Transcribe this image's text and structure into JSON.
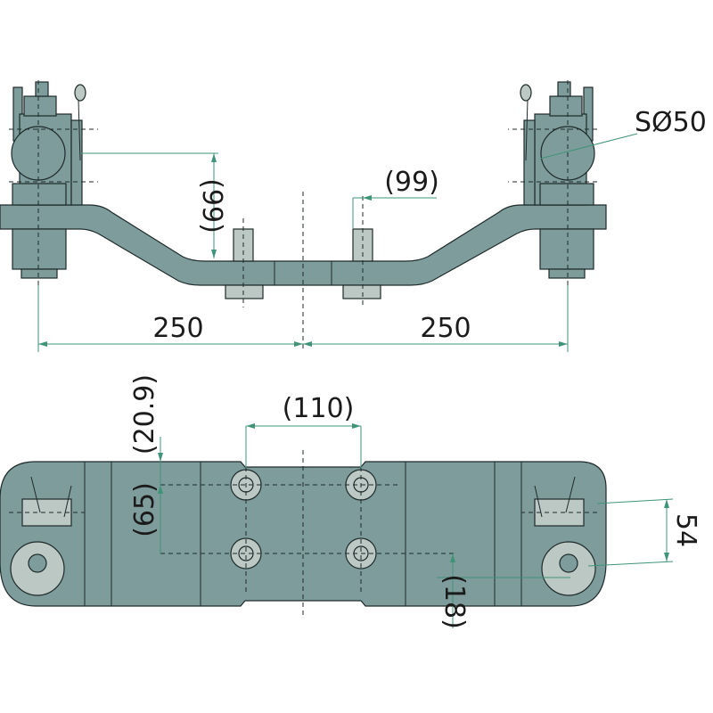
{
  "top_view": {
    "ball_label": "SØ50",
    "height_left": "(99)",
    "pin_offset": "(99)",
    "span_left": "250",
    "span_right": "250"
  },
  "bottom_view": {
    "bolt_spacing": "(110)",
    "edge_offset": "(20.9)",
    "bolt_pitch": "(65)",
    "ball_offset": "54",
    "lower_offset": "(18)"
  },
  "colors": {
    "part": "#7f9c9c",
    "dimension": "#3f9477",
    "text": "#1b1b1b"
  }
}
